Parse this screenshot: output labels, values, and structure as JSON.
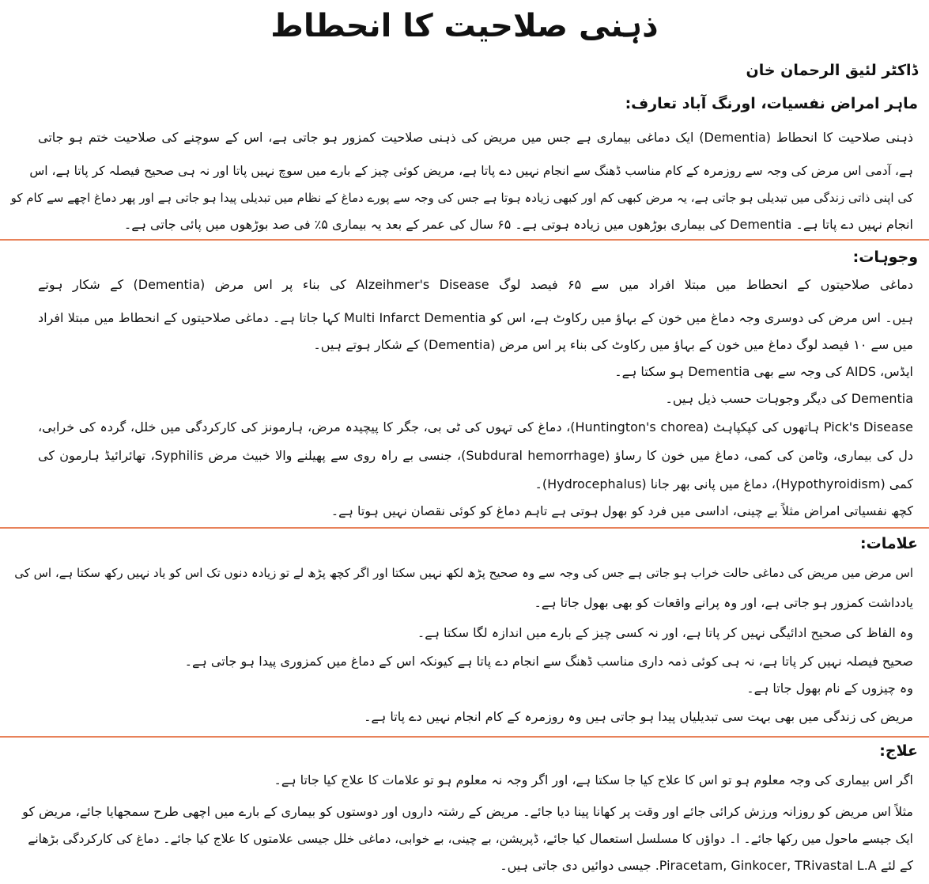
{
  "document": {
    "title": "ذہنی صلاحیت کا انحطاط",
    "author": "ڈاکٹر لئیق الرحمان خان",
    "affiliation": "ماہر امراض نفسیات، اورنگ آباد تعارف:",
    "rule_color": "#e8825a",
    "intro": {
      "lines": [
        "ذہنی صلاحیت کا انحطاط (Dementia) ایک دماغی بیماری ہے جس میں مریض کی ذہنی صلاحیت کمزور ہو جاتی ہے، اس کے سوچنے کی صلاحیت ختم ہو جاتی",
        "ہے، آدمی اس مرض کی وجہ سے روزمرہ کے کام مناسب ڈھنگ سے انجام نہیں دے پاتا ہے، مریض کوئی چیز کے بارے میں سوچ نہیں پاتا اور نہ ہی صحیح فیصلہ کر پاتا ہے، اس",
        "کی اپنی ذاتی زندگی میں تبدیلی ہو جاتی ہے، یہ مرض کبھی کم اور کبھی زیادہ ہوتا ہے جس کی وجہ سے پورے دماغ کے نظام میں تبدیلی پیدا ہو جاتی ہے اور پھر دماغ اچھے سے کام کو",
        "انجام نہیں دے پاتا ہے۔ Dementia کی بیماری بوڑھوں میں زیادہ ہوتی ہے۔ ۶۵ سال کی عمر کے بعد یہ بیماری ۵٪ فی صد بوڑھوں میں پائی جاتی ہے۔"
      ]
    },
    "causes": {
      "heading": "وجوہات:",
      "lines": [
        "دماغی صلاحیتوں کے انحطاط میں مبتلا افراد میں سے ۶۵ فیصد لوگ Alzeihmer's Disease کی بناء پر اس مرض (Dementia) کے شکار ہوتے",
        "ہیں۔ اس مرض کی دوسری وجہ دماغ میں خون کے بہاؤ میں رکاوٹ ہے، اس کو Multi Infarct Dementia کہا جاتا ہے۔ دماغی صلاحیتوں کے انحطاط میں مبتلا افراد",
        "میں سے ۱۰ فیصد لوگ دماغ میں خون کے بہاؤ میں رکاوٹ کی بناء پر اس مرض (Dementia) کے شکار ہوتے ہیں۔",
        "ایڈس، AIDS کی وجہ سے بھی Dementia ہو سکتا ہے۔",
        "Dementia کی دیگر وجوہات حسب ذیل ہیں۔",
        "Pick's Disease ہاتھوں کی کپکپاہٹ (Huntington's chorea)، دماغ کی تہوں کی ٹی بی، جگر کا پیچیدہ مرض، ہارمونز کی کارکردگی میں خلل، گردہ کی خرابی،",
        "دل کی بیماری، وٹامن کی کمی، دماغ میں خون کا رساؤ (Subdural hemorrhage)، جنسی بے راہ روی سے پھیلنے والا خبیث مرض Syphilis، تھائرائیڈ ہارمون کی",
        "کمی (Hypothyroidism)، دماغ میں پانی بھر جانا (Hydrocephalus)۔",
        "کچھ نفسیاتی امراض مثلاً بے چینی، اداسی میں فرد کو بھول ہوتی ہے تاہم دماغ کو کوئی نقصان نہیں ہوتا ہے۔"
      ]
    },
    "symptoms": {
      "heading": "علامات:",
      "lines": [
        "اس مرض میں مریض کی دماغی حالت خراب ہو جاتی ہے جس کی وجہ سے وہ صحیح پڑھ لکھ نہیں سکتا اور اگر کچھ پڑھ لے تو زیادہ دنوں تک اس کو یاد نہیں رکھ سکتا ہے، اس کی",
        "یادداشت کمزور ہو جاتی ہے، اور وہ پرانے واقعات کو بھی بھول جاتا ہے۔",
        "وہ الفاظ کی صحیح ادائیگی نہیں کر پاتا ہے، اور نہ کسی چیز کے بارے میں اندازہ لگا سکتا ہے۔",
        "صحیح فیصلہ نہیں کر پاتا ہے، نہ ہی کوئی ذمہ داری مناسب ڈھنگ سے انجام دے پاتا ہے کیونکہ اس کے دماغ میں کمزوری پیدا ہو جاتی ہے۔",
        "وہ چیزوں کے نام بھول جاتا ہے۔",
        "مریض کی زندگی میں بھی بہت سی تبدیلیاں پیدا ہو جاتی ہیں وہ روزمرہ کے کام انجام نہیں دے پاتا ہے۔"
      ]
    },
    "treatment": {
      "heading": "علاج:",
      "lines": [
        "اگر اس بیماری کی وجہ معلوم ہو تو اس کا علاج کیا جا سکتا ہے، اور اگر وجہ نہ معلوم ہو تو علامات کا علاج کیا جاتا ہے۔",
        "مثلاً اس مریض کو روزانہ ورزش کرائی جائے اور وقت پر کھانا پینا دیا جائے۔ مریض کے رشتہ داروں اور دوستوں کو بیماری کے بارے میں اچھی طرح سمجھایا جائے، مریض کو",
        "ایک جیسے ماحول میں رکھا جائے۔ ا۔ دواؤں کا مسلسل استعمال کیا جائے، ڈپریشن، بے چینی، بے خوابی، دماغی خلل جیسی علامتوں کا علاج کیا جائے۔ دماغ کی کارکردگی بڑھانے",
        "کے لئے Piracetam, Ginkocer, TRivastal L.A. جیسی دوائیں دی جاتی ہیں۔"
      ]
    }
  }
}
